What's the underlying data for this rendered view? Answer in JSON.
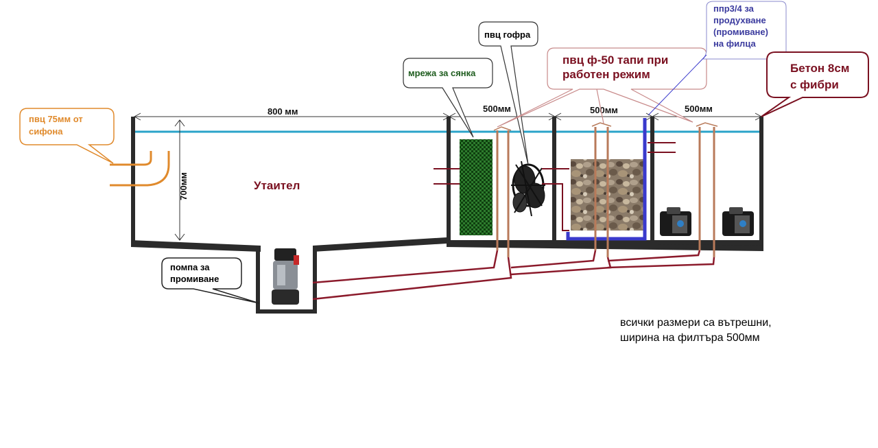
{
  "labels": {
    "settler": "Утаител",
    "pvc75_line1": "пвц 75мм от",
    "pvc75_line2": "сифона",
    "flush_pump_line1": "помпа за",
    "flush_pump_line2": "промиване",
    "shade_net": "мрежа за сянка",
    "pvc_corrugated": "пвц гофра",
    "pvc50_line1": "пвц ф-50 тапи при",
    "pvc50_line2": "работен режим",
    "ppr_line1": "ппр3/4 за",
    "ppr_line2": "продухване",
    "ppr_line3": "(промиване)",
    "ppr_line4": "на филца",
    "concrete_line1": "Бетон 8см",
    "concrete_line2": "с фибри"
  },
  "dimensions": {
    "settler_length": "800 мм",
    "chamber2_length": "500мм",
    "chamber3_length": "500мм",
    "chamber4_length": "500мм",
    "depth": "700мм"
  },
  "notes": {
    "line1": "всички размери са вътрешни,",
    "line2": "ширина на филтъра 500мм"
  },
  "colors": {
    "wall": "#2b2b2b",
    "water_line": "#2aa3c9",
    "orange_pipe": "#e08a2c",
    "flush_pipe": "#8b1a2b",
    "ppr_pipe": "#3a3acc",
    "standpipe": "#b87a5a",
    "shade_net": "#1e5c1e",
    "callout_orange": "#e08a2c",
    "callout_green": "#1e5c1e",
    "callout_darkred": "#7a1020",
    "callout_blue": "#3a3a9e"
  }
}
